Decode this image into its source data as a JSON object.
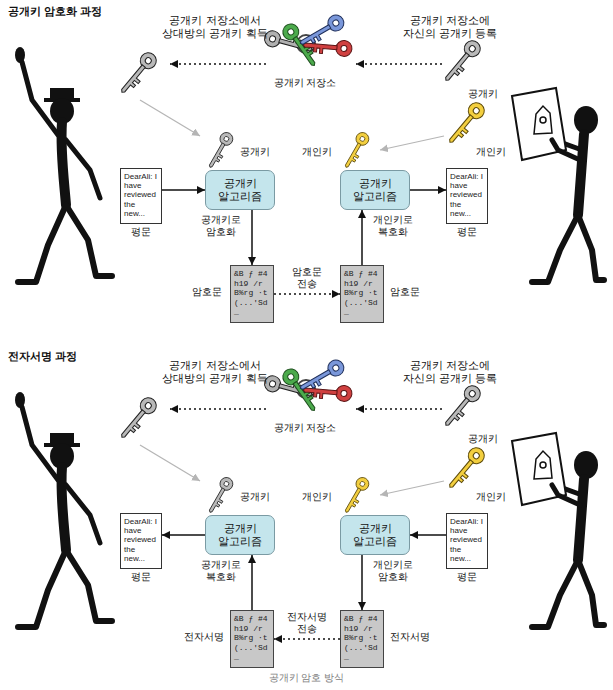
{
  "diagram": {
    "caption": "공개키 암호 방식",
    "nodes": [
      {
        "text": [
          "DearAli: I have reviewed the new..."
        ]
      },
      {
        "text": [
          "공개키 알고리즘"
        ]
      },
      {
        "text": [
          "공개키 알고리즘"
        ]
      },
      {
        "text": [
          "DearAli: I have reviewed the new..."
        ]
      },
      {
        "text": [
          "&B ƒ #4h19 /r B%rg ·t (...'Sd_"
        ]
      },
      {
        "text": [
          "&B ƒ #4h19 /r B%rg ·t (...'Sd_"
        ]
      },
      {
        "text": [
          "DearAli: I have reviewed the new..."
        ]
      },
      {
        "text": [
          "공개키 알고리즘"
        ]
      },
      {
        "text": [
          "공개키 알고리즘"
        ]
      },
      {
        "text": [
          "DearAli: I have reviewed the new..."
        ]
      },
      {
        "text": [
          "&B ƒ #4h19 /r B%rg ·t (...'Sd_"
        ]
      },
      {
        "text": [
          "&B ƒ #4h19 /r B%rg ·t (...'Sd_"
        ]
      }
    ],
    "edges": [
      {
        "from": 0,
        "to": 1,
        "arrow": "to"
      },
      {
        "from": 1,
        "to": 4,
        "arrow": "to"
      },
      {
        "from": 4,
        "to": 5,
        "label": "암호문 전송",
        "arrow": "to"
      },
      {
        "from": 5,
        "to": 2,
        "arrow": "to"
      },
      {
        "from": 2,
        "to": 3,
        "arrow": "to"
      },
      {
        "from": 9,
        "to": 8,
        "arrow": "to"
      },
      {
        "from": 8,
        "to": 11,
        "arrow": "to"
      },
      {
        "from": 11,
        "to": 10,
        "label": "전자서명 전송",
        "arrow": "to"
      },
      {
        "from": 10,
        "to": 7,
        "arrow": "to"
      },
      {
        "from": 7,
        "to": 6,
        "arrow": "to"
      }
    ],
    "labels": [
      "공개키 암호화 과정",
      "공개키 저장소에서 상대방의 공개키 획득",
      "공개키 저장소",
      "공개키 저장소에 자신의 공개키 등록",
      "공개키",
      "개인키",
      "공개키",
      "개인키",
      "평문",
      "공개키로 암호화",
      "개인키로 복호화",
      "평문",
      "암호문",
      "암호문",
      "전자서명 과정",
      "공개키 저장소에서 상대방의 공개키 획득",
      "공개키 저장소",
      "공개키 저장소에 자신의 공개키 등록",
      "공개키",
      "개인키",
      "공개키",
      "개인키",
      "평문",
      "공개키로 복호화",
      "개인키로 암호화",
      "평문",
      "전자서명",
      "전자서명"
    ]
  }
}
